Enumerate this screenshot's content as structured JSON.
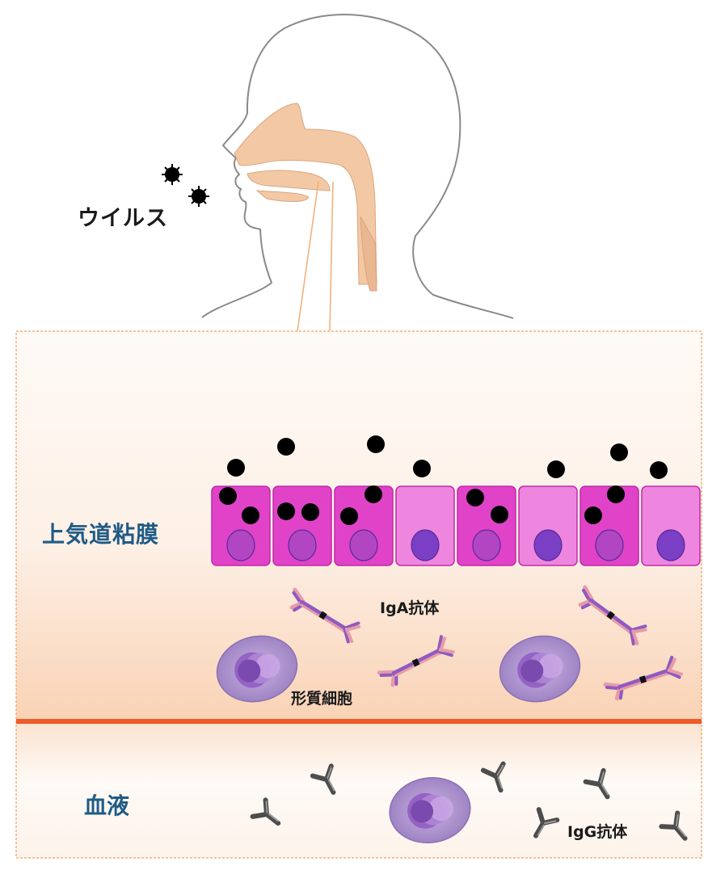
{
  "labels": {
    "virus": "ウイルス",
    "upper_airway_mucosa": "上気道粘膜",
    "blood": "血液",
    "iga_antibody": "IgA抗体",
    "plasma_cell": "形質細胞",
    "igg_antibody": "IgG抗体"
  },
  "colors": {
    "airway": "#f3c9a5",
    "head_outline": "#9a9a9a",
    "mucosa_bg_top": "#fdf8f4",
    "mucosa_bg_bottom": "#fbd9c0",
    "cell_infected": "#e043c8",
    "cell_uninfected": "#ee86df",
    "nucleus": "#8e3fbf",
    "virus": "#000000",
    "membrane_line": "#f05a28",
    "antibody_iga_purple": "#8e5bbf",
    "antibody_iga_pink": "#e79aaa",
    "antibody_igg": "#4d4d4d",
    "plasma_cell": "#9b7cc0",
    "label_blue": "#1f5b86"
  },
  "epithelium": {
    "cell_count": 8,
    "infected": [
      true,
      true,
      true,
      false,
      true,
      false,
      true,
      false
    ]
  }
}
